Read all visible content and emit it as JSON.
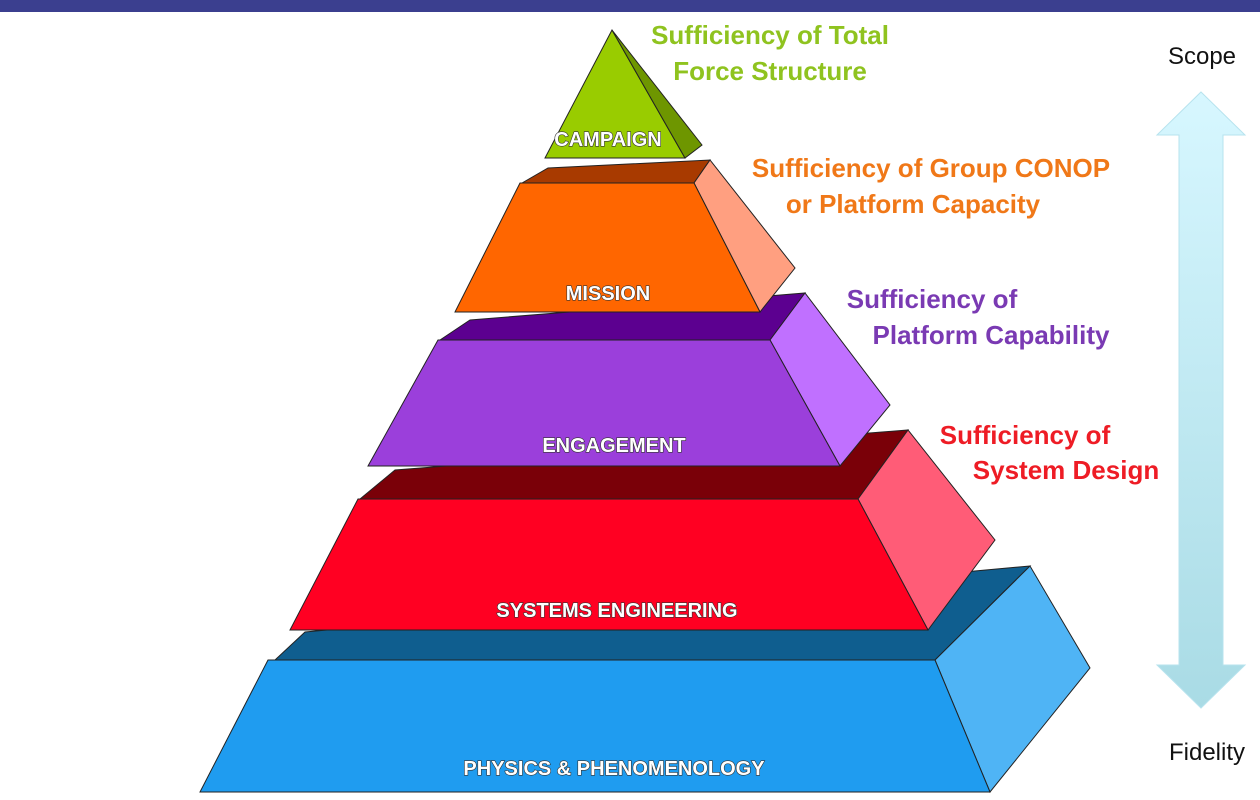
{
  "tiers": [
    {
      "label": "CAMPAIGN"
    },
    {
      "label": "MISSION"
    },
    {
      "label": "ENGAGEMENT"
    },
    {
      "label": "SYSTEMS ENGINEERING"
    },
    {
      "label": "PHYSICS & PHENOMENOLOGY"
    }
  ],
  "annotations": [
    {
      "line1": "Sufficiency of Total",
      "line2": "Force Structure",
      "color": "#8fc31f"
    },
    {
      "line1": "Sufficiency of Group CONOP",
      "line2": "or Platform Capacity",
      "color": "#f07818"
    },
    {
      "line1": "Sufficiency of",
      "line2": "Platform Capability",
      "color": "#7a3ab3"
    },
    {
      "line1": "Sufficiency of",
      "line2": "System Design",
      "color": "#ee1c25"
    }
  ],
  "axis": {
    "top_label": "Scope",
    "bottom_label": "Fidelity"
  },
  "colors": {
    "campaign": "#99cc00",
    "mission": "#ff6600",
    "engagement": "#9b3fdb",
    "systems": "#ff0022",
    "physics": "#1f9cf0",
    "arrow": "#bfe9f2",
    "header": "#3b3f8f"
  }
}
